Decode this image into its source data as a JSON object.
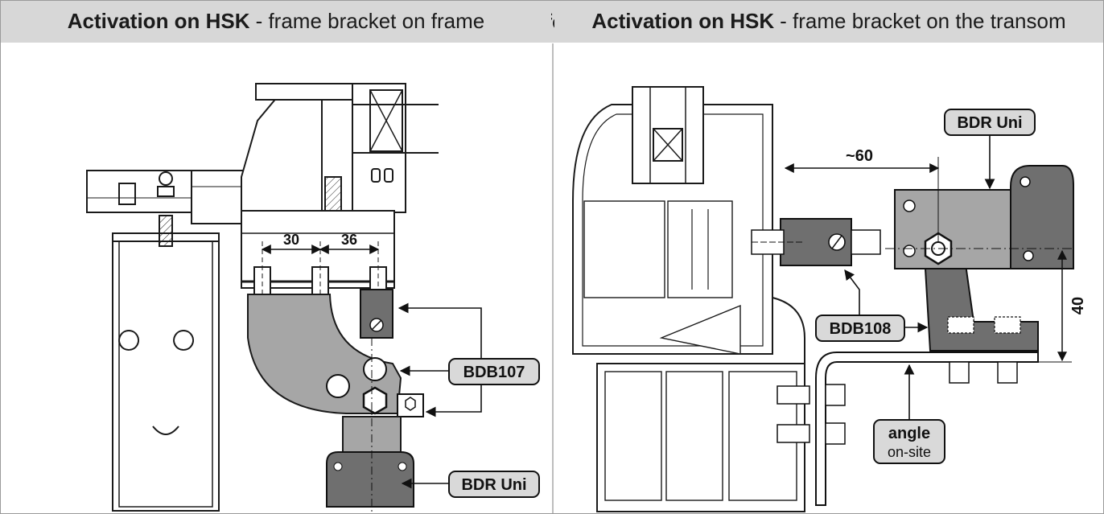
{
  "header": {
    "title": "Application at the following activation"
  },
  "left": {
    "heading_bold": "Activation on HSK",
    "heading_rest": "- frame bracket on frame",
    "dim_a": "30",
    "dim_b": "36",
    "callout_bracket": "BDB107",
    "callout_drive": "BDR Uni"
  },
  "right": {
    "heading_bold": "Activation on HSK",
    "heading_rest": "- frame bracket on the transom",
    "dim_horizontal": "~60",
    "dim_vertical": "40",
    "callout_drive": "BDR Uni",
    "callout_bracket": "BDB108",
    "callout_angle_line1": "angle",
    "callout_angle_line2": "on-site"
  },
  "colors": {
    "header_bg": "#d7d7d7",
    "part_fill": "#a6a6a6",
    "dark_part": "#6f6f6f",
    "line": "#1a1a1a"
  }
}
